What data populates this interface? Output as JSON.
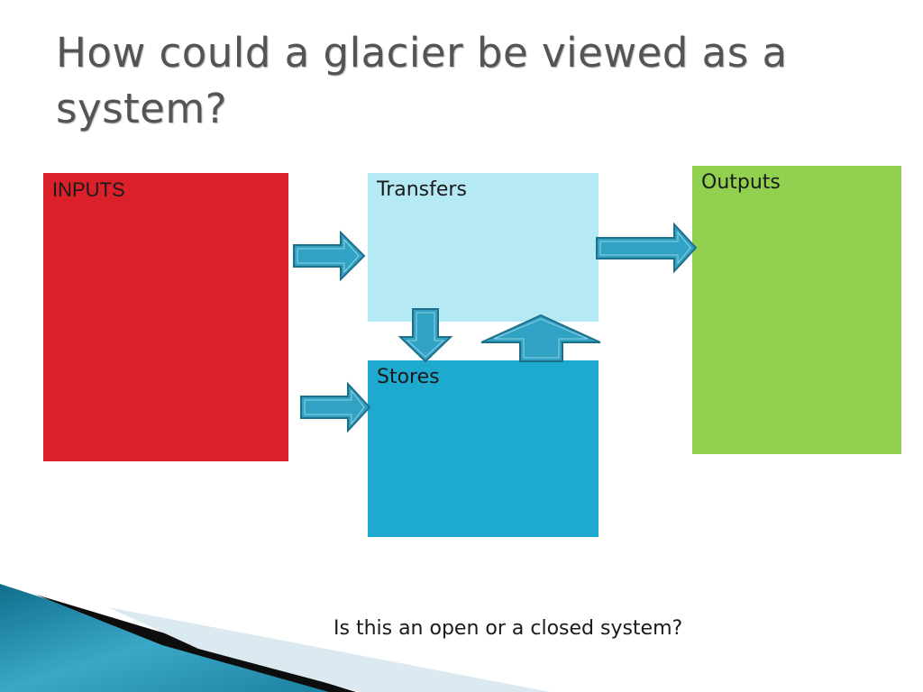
{
  "slide": {
    "title": "How could a glacier be viewed as a system?",
    "question": "Is this an open or a closed system?"
  },
  "boxes": {
    "inputs": {
      "label": "INPUTS",
      "color": "#da2129"
    },
    "transfers": {
      "label": "Transfers",
      "color": "#b5e9f4"
    },
    "stores": {
      "label": "Stores",
      "color": "#1eaacf"
    },
    "outputs": {
      "label": "Outputs",
      "color": "#92d050"
    }
  },
  "arrows": [
    {
      "name": "arrow-inputs-to-transfers",
      "direction": "right"
    },
    {
      "name": "arrow-inputs-to-stores",
      "direction": "right"
    },
    {
      "name": "arrow-transfers-to-stores",
      "direction": "down"
    },
    {
      "name": "arrow-stores-to-transfers",
      "direction": "up"
    },
    {
      "name": "arrow-transfers-to-outputs",
      "direction": "right"
    }
  ],
  "colors": {
    "arrow_fill": "#31a2c3",
    "arrow_stroke": "#1f6f8a",
    "title_text": "#545454"
  }
}
